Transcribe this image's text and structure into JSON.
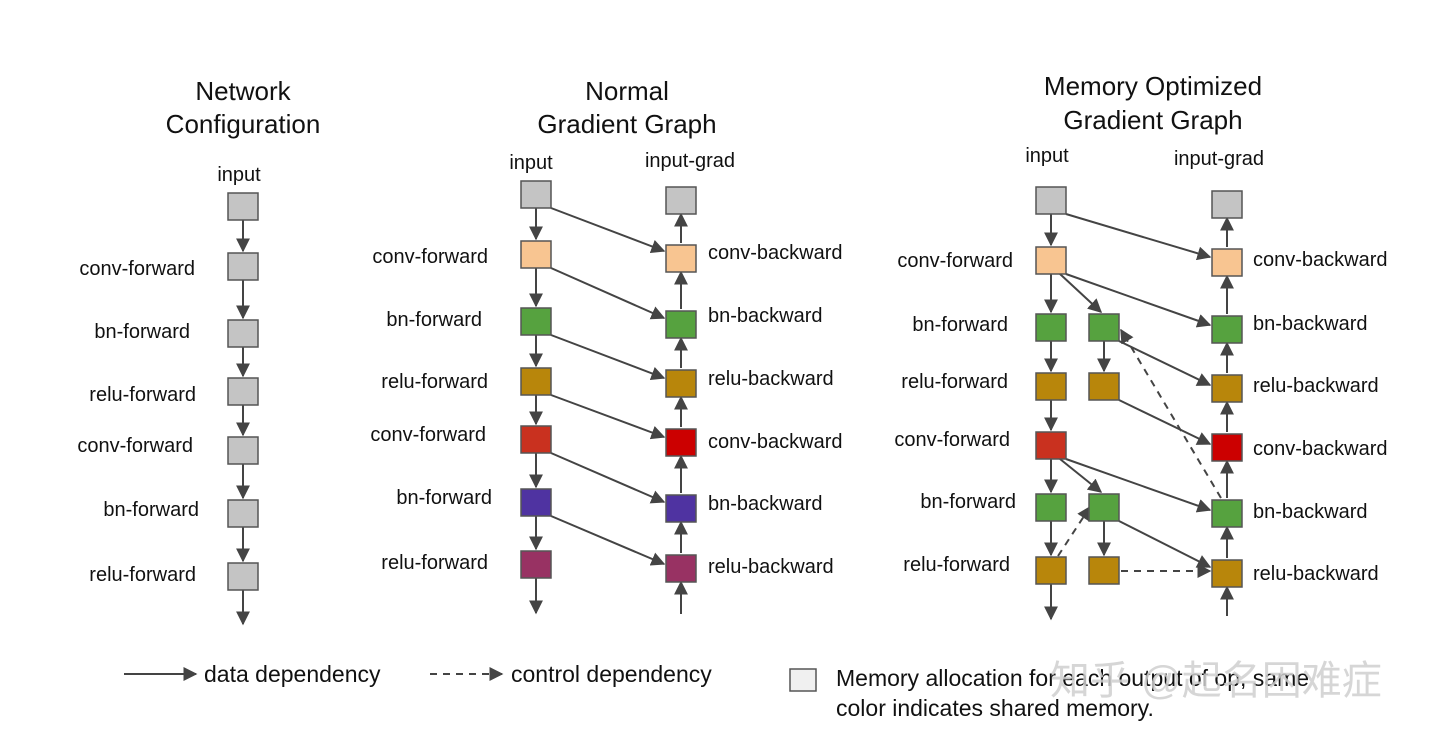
{
  "colors": {
    "gray": "#c4c4c4",
    "peach": "#f8c591",
    "green": "#56a23f",
    "olive": "#b8860b",
    "red": "#c9311f",
    "crimson": "#cc0000",
    "purple": "#4f33a1",
    "plum": "#983263",
    "legend_box": "#f0f0f0"
  },
  "panels": {
    "network": {
      "title_line1": "Network",
      "title_line2": "Configuration",
      "input": "input",
      "layers": [
        "conv-forward",
        "bn-forward",
        "relu-forward",
        "conv-forward",
        "bn-forward",
        "relu-forward"
      ]
    },
    "normal": {
      "title_line1": "Normal",
      "title_line2": "Gradient Graph",
      "input": "input",
      "input_grad": "input-grad",
      "forward": [
        "conv-forward",
        "bn-forward",
        "relu-forward",
        "conv-forward",
        "bn-forward",
        "relu-forward"
      ],
      "backward": [
        "conv-backward",
        "bn-backward",
        "relu-backward",
        "conv-backward",
        "bn-backward",
        "relu-backward"
      ]
    },
    "optimized": {
      "title_line1": "Memory Optimized",
      "title_line2": "Gradient Graph",
      "input": "input",
      "input_grad": "input-grad",
      "forward": [
        "conv-forward",
        "bn-forward",
        "relu-forward",
        "conv-forward",
        "bn-forward",
        "relu-forward"
      ],
      "backward": [
        "conv-backward",
        "bn-backward",
        "relu-backward",
        "conv-backward",
        "bn-backward",
        "relu-backward"
      ]
    }
  },
  "legend": {
    "data_dependency": "data dependency",
    "control_dependency": "control dependency",
    "memory_line1": "Memory allocation for each output of op, same",
    "memory_line2": "color indicates shared memory."
  },
  "watermark": "知乎 @起名困难症"
}
